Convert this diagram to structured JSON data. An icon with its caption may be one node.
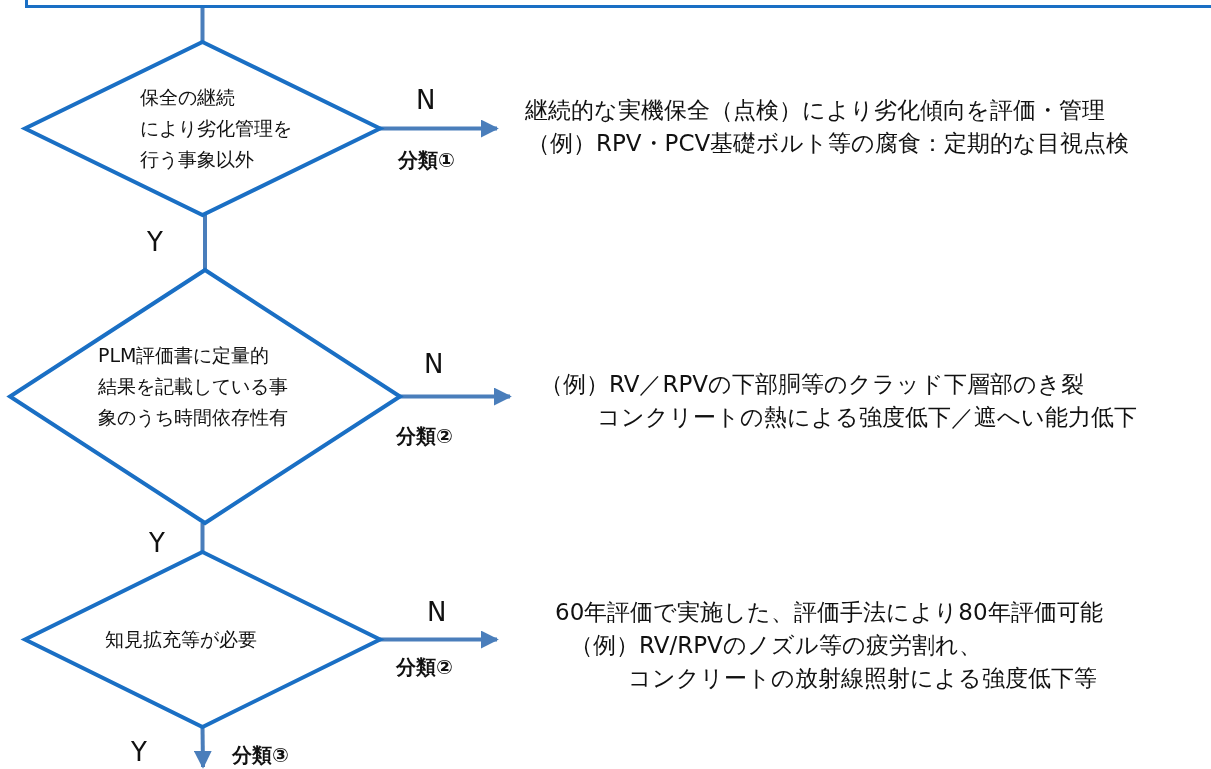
{
  "diagram": {
    "nodes": [
      {
        "text": [],
        "shape": "box"
      },
      {
        "text": [
          "保全の継続により劣化管理を行う事象以外"
        ]
      },
      {
        "text": [
          "PLM評価書に定量的結果を記載している事象のうち時間依存性有"
        ]
      },
      {
        "text": [
          "知見拡充等が必要"
        ]
      },
      {
        "text": [
          "継続的な実機保全（点検）により劣化傾向を評価・管理",
          "（例）RPV・PCV基礎ボルト等の腐食：定期的な目視点検"
        ]
      },
      {
        "text": [
          "（例）RV／RPVの下部胴等のクラッド下層部のき裂",
          "コンクリートの熱による強度低下／遮へい能力低下"
        ]
      },
      {
        "text": [
          "60年評価で実施した、評価手法により80年評価可能",
          "（例）RV/RPVのノズル等の疲労割れ、",
          "コンクリートの放射線照射による強度低下等"
        ]
      }
    ],
    "edges": [
      {
        "from": 0,
        "to": 1,
        "arrow": "none"
      },
      {
        "from": 1,
        "to": 4,
        "arrow": "to",
        "label": "N"
      },
      {
        "from": 1,
        "to": 2,
        "arrow": "none",
        "label": "Y"
      },
      {
        "from": 2,
        "to": 5,
        "arrow": "to",
        "label": "N"
      },
      {
        "from": 2,
        "to": 3,
        "arrow": "none",
        "label": "Y"
      },
      {
        "from": 3,
        "to": 6,
        "arrow": "to",
        "label": "N"
      },
      {
        "from": 3,
        "to": null,
        "arrow": "to",
        "label": "Y"
      }
    ],
    "labels": [
      "分類①",
      "分類②",
      "分類②",
      "分類③"
    ]
  }
}
